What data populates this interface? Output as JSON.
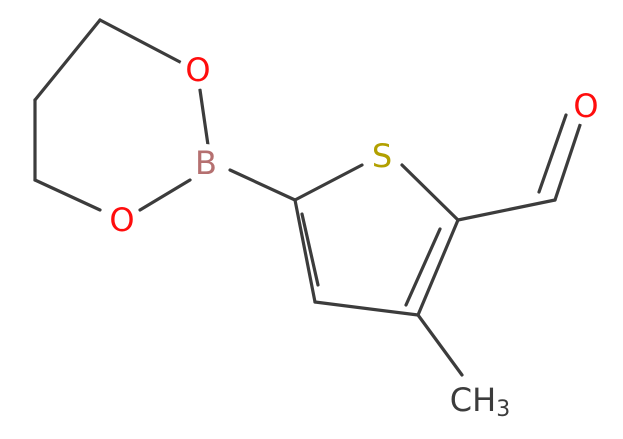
{
  "molecule": {
    "atoms": {
      "o_top": {
        "text": "O",
        "color": "#ff0d0d"
      },
      "o_bottom": {
        "text": "O",
        "color": "#ff0d0d"
      },
      "boron": {
        "text": "B",
        "color": "#b57070"
      },
      "sulfur": {
        "text": "S",
        "color": "#b2a000"
      },
      "o_aldehyde": {
        "text": "O",
        "color": "#ff0d0d"
      },
      "methyl": {
        "text": "CH",
        "sub": "3",
        "color": "#3c3c3c"
      }
    },
    "bond_color": "#3c3c3c"
  }
}
